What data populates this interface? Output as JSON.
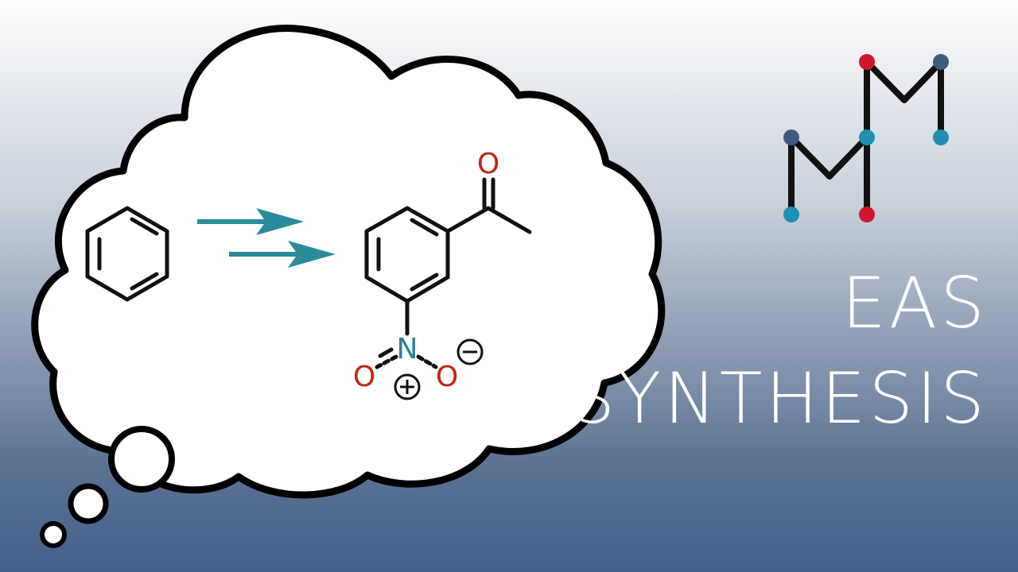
{
  "title": {
    "line1": "EAS",
    "line2": "SYNTHESIS"
  },
  "molecule": {
    "oxygen_carbonyl": "O",
    "nitrogen": "N",
    "oxygen_left": "O",
    "oxygen_right": "O",
    "charge_plus": "+",
    "charge_minus": "−"
  },
  "logo": {
    "name": "M-M-logo-icon"
  },
  "colors": {
    "arrow": "#2b8c9b",
    "oxygen": "#c0241a",
    "nitrogen": "#2b7f93",
    "logo_red": "#d2162b",
    "logo_teal": "#1f8fb3",
    "logo_navy": "#3c5a82",
    "bond": "#111111"
  }
}
